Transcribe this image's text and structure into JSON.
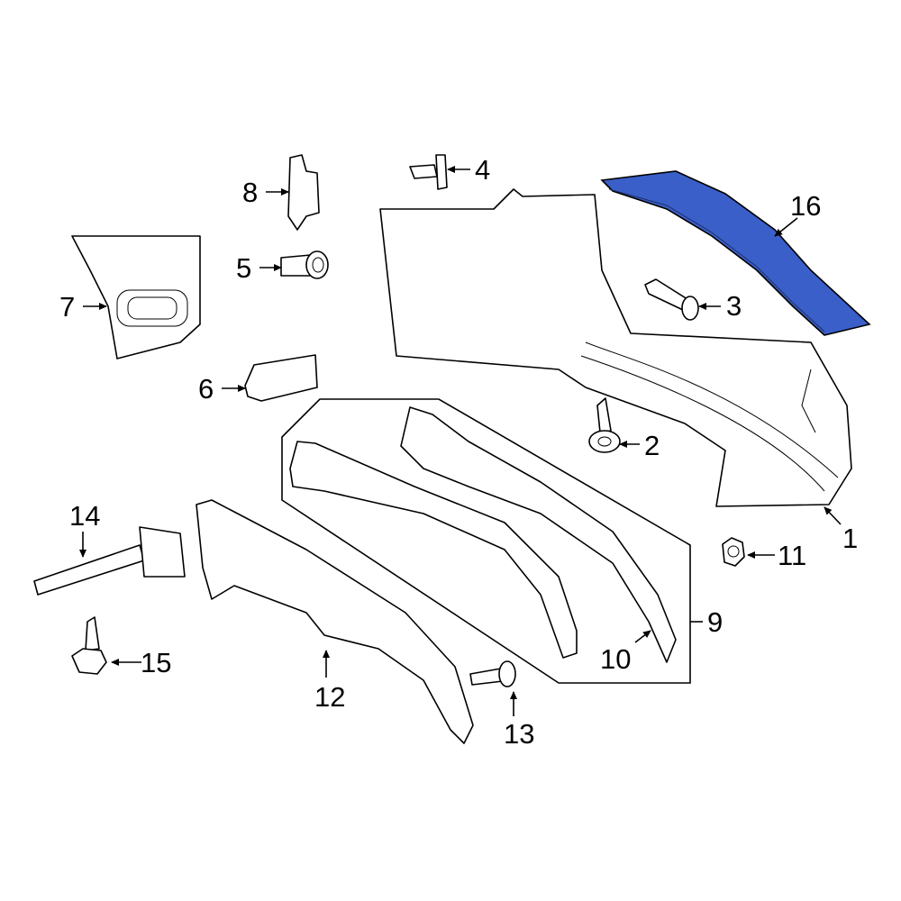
{
  "diagram": {
    "highlight_color": "#3a5fc8",
    "highlighted_part": "16",
    "callouts": [
      "1",
      "2",
      "3",
      "4",
      "5",
      "6",
      "7",
      "8",
      "9",
      "10",
      "11",
      "12",
      "13",
      "14",
      "15",
      "16"
    ]
  }
}
